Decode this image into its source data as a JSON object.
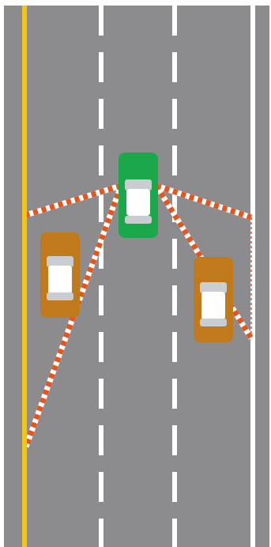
{
  "scene": {
    "type": "road-blind-spot-diagram",
    "lanes": 3,
    "colors": {
      "road": "#8c8c8e",
      "background": "#ffffff",
      "lane_dash": "#ffffff",
      "left_edge_line": "#f2c414",
      "right_edge_line": "#ffffff",
      "sight_line_orange": "#e8541c",
      "sight_line_white": "#ffffff",
      "subject_car_body": "#1aa84a",
      "subject_car_roof": "#ffffff",
      "subject_car_glass": "#c9ccd1",
      "other_car_body": "#c07a1c",
      "other_car_roof": "#ffffff",
      "other_car_glass": "#c9ccd1"
    },
    "vehicles": [
      {
        "id": "subject",
        "role": "subject-car",
        "color": "green",
        "lane": "center",
        "heading": "forward"
      },
      {
        "id": "left-car",
        "role": "other-car",
        "color": "orange",
        "lane": "left",
        "heading": "forward"
      },
      {
        "id": "right-car",
        "role": "other-car",
        "color": "orange",
        "lane": "right",
        "heading": "forward"
      }
    ],
    "blind_spots": [
      {
        "side": "left",
        "style": "orange-white-dashed"
      },
      {
        "side": "right",
        "style": "orange-white-dashed"
      }
    ]
  }
}
